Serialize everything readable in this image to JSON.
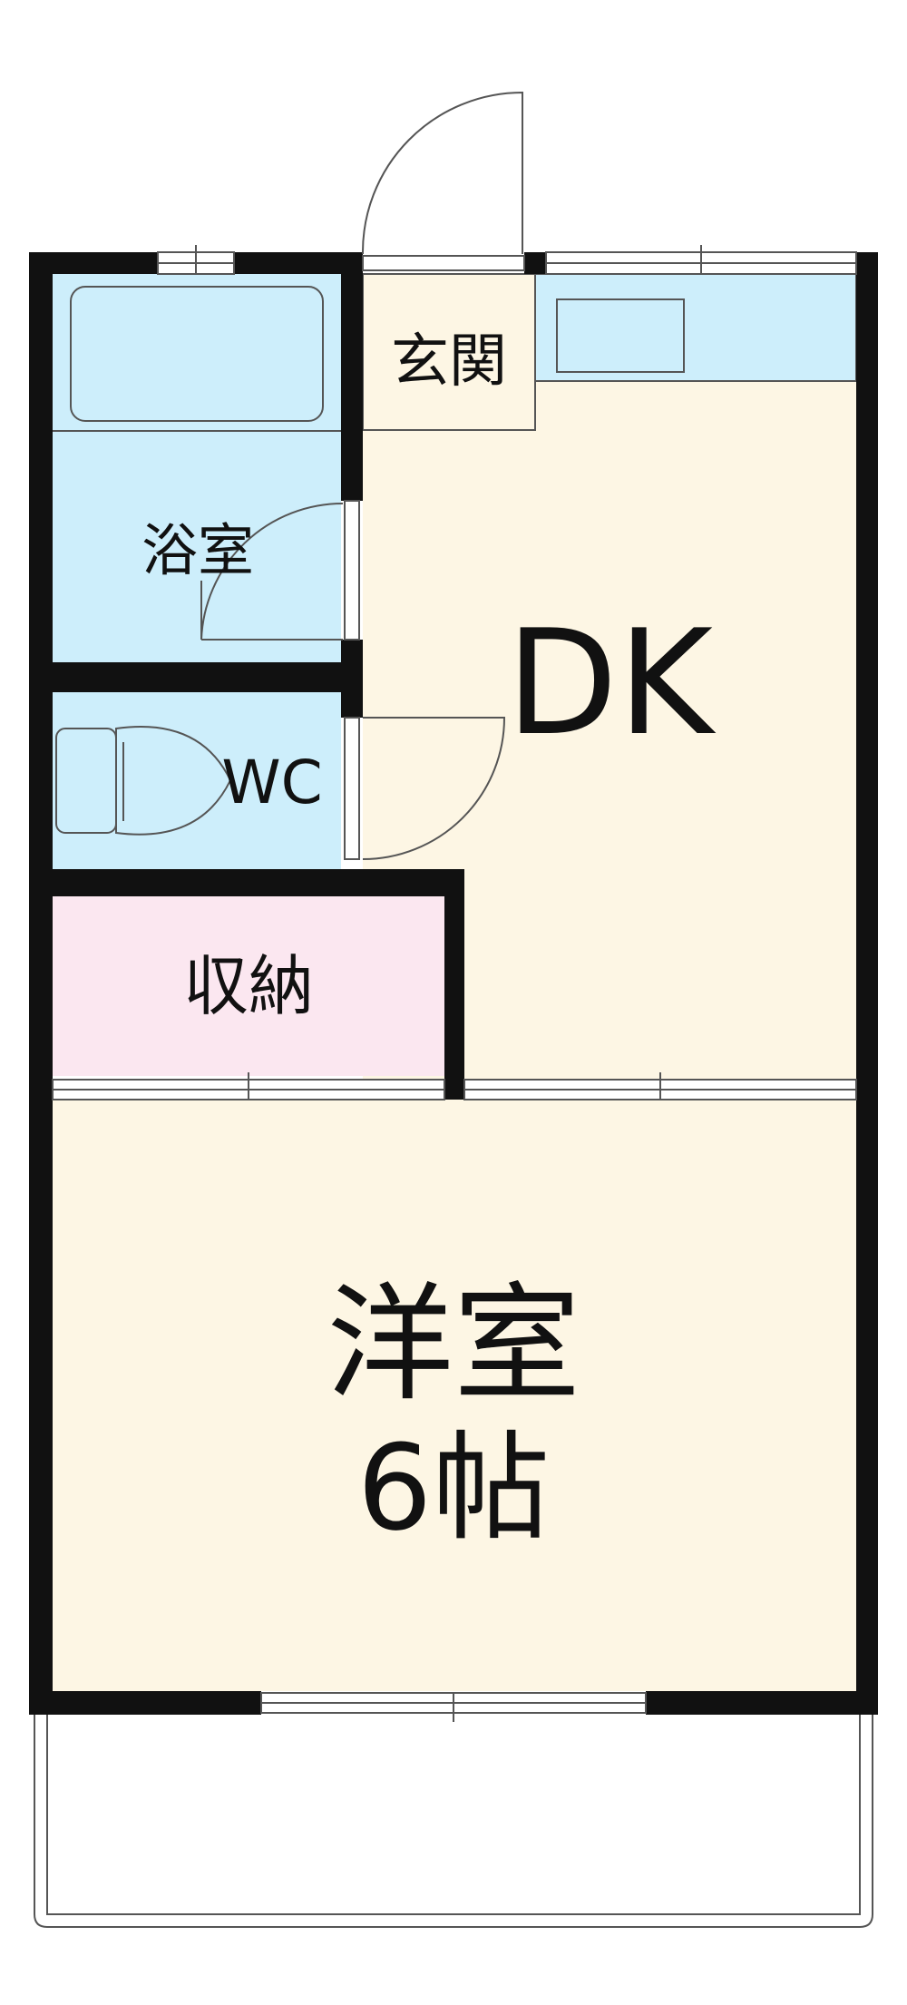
{
  "rooms": {
    "entrance": {
      "label": "玄関"
    },
    "bath": {
      "label": "浴室"
    },
    "toilet": {
      "label": "WC"
    },
    "dining_kitchen": {
      "label": "DK"
    },
    "storage": {
      "label": "収納"
    },
    "western_room": {
      "label": "洋室",
      "size": "6帖"
    }
  },
  "colors": {
    "wall": "#111111",
    "wet_area": "#cdeefb",
    "dry_room": "#fdf6e4",
    "storage": "#fbe7f0",
    "entrance": "#fdf6e4",
    "line": "#555555"
  }
}
